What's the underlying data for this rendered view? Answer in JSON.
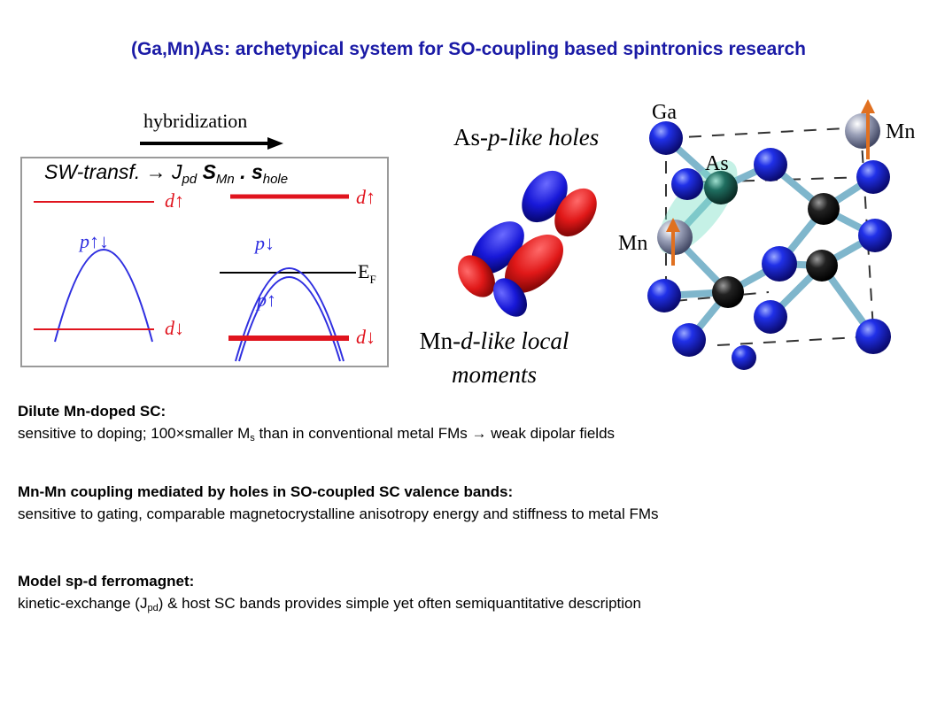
{
  "title": "(Ga,Mn)As: archetypical system for SO-coupling based spintronics research",
  "band_diagram": {
    "hybridization_label": "hybridization",
    "sw_prefix": "SW-transf. ",
    "arrow_symbol": "→",
    "J": "J",
    "J_sub": "pd",
    "S": "S",
    "S_sub": "Mn",
    "dot": " . ",
    "s": "s",
    "s_sub": "hole",
    "left": {
      "d_up": "d↑",
      "p_updown": "p↑↓",
      "d_down": "d↓"
    },
    "right": {
      "d_up": "d↑",
      "p_down": "p↓",
      "p_up": "p↑",
      "d_down": "d↓",
      "fermi": "E",
      "fermi_sub": "F"
    }
  },
  "orbital": {
    "label_holes_prefix": "As-",
    "label_holes_suffix": "p-like holes",
    "label_moments_prefix": "Mn-",
    "label_moments_suffix": "d-like local",
    "label_moments_line2": "moments"
  },
  "crystal": {
    "ga": "Ga",
    "as": "As",
    "mn_top": "Mn",
    "mn_left": "Mn"
  },
  "paragraphs": [
    {
      "head": "Dilute Mn-doped SC:",
      "body_pre": "sensitive to doping; 100",
      "times": "×",
      "body_mid": "smaller M",
      "sub": "s",
      "body_post": " than in conventional metal FMs ",
      "arrow": "→",
      "body_end": " weak dipolar fields"
    },
    {
      "head": "Mn-Mn coupling mediated by holes in SO-coupled SC valence bands:",
      "body": "sensitive to gating, comparable magnetocrystalline anisotropy energy and stiffness to metal FMs"
    },
    {
      "head": "Model sp-d ferromagnet:",
      "body_pre": "kinetic-exchange (J",
      "sub": "pd",
      "body_post": ") & host SC bands provides simple yet often semiquantitative description"
    }
  ],
  "colors": {
    "title": "#1a1aa6",
    "red": "#e0141e",
    "blue": "#2f2fe0",
    "orange": "#e07020"
  }
}
